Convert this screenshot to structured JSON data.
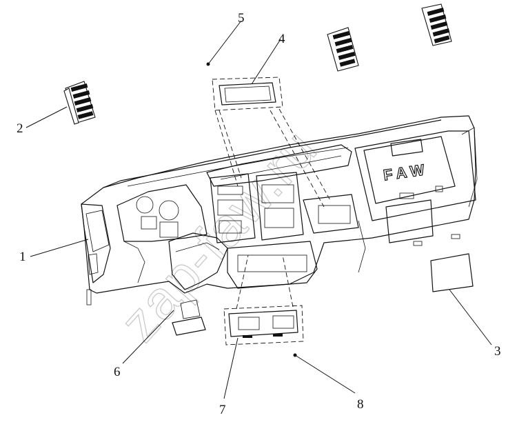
{
  "diagram": {
    "brand_logo": "FAW",
    "watermark": "zap-faw.ru",
    "corner_mark": "",
    "callouts": [
      {
        "id": "1",
        "label": "1"
      },
      {
        "id": "2",
        "label": "2"
      },
      {
        "id": "3",
        "label": "3"
      },
      {
        "id": "4",
        "label": "4"
      },
      {
        "id": "5",
        "label": "5"
      },
      {
        "id": "6",
        "label": "6"
      },
      {
        "id": "7",
        "label": "7"
      },
      {
        "id": "8",
        "label": "8"
      }
    ]
  }
}
